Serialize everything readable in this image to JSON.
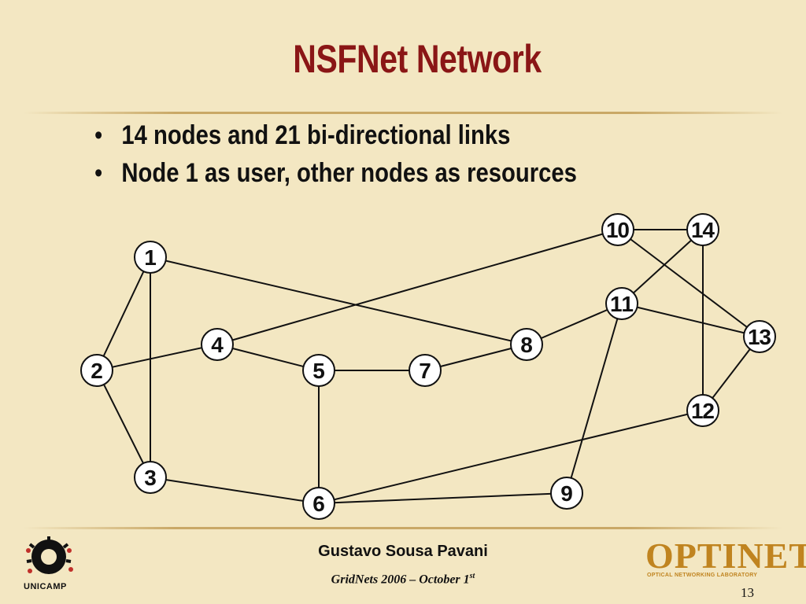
{
  "slide": {
    "title": "NSFNet Network",
    "bullets": [
      "14 nodes and 21 bi-directional links",
      "Node 1 as user, other nodes as resources"
    ]
  },
  "network": {
    "nodes": [
      {
        "id": "1",
        "label": "1"
      },
      {
        "id": "2",
        "label": "2"
      },
      {
        "id": "3",
        "label": "3"
      },
      {
        "id": "4",
        "label": "4"
      },
      {
        "id": "5",
        "label": "5"
      },
      {
        "id": "6",
        "label": "6"
      },
      {
        "id": "7",
        "label": "7"
      },
      {
        "id": "8",
        "label": "8"
      },
      {
        "id": "9",
        "label": "9"
      },
      {
        "id": "10",
        "label": "10"
      },
      {
        "id": "11",
        "label": "11"
      },
      {
        "id": "12",
        "label": "12"
      },
      {
        "id": "13",
        "label": "13"
      },
      {
        "id": "14",
        "label": "14"
      }
    ],
    "links": [
      [
        "1",
        "2"
      ],
      [
        "1",
        "3"
      ],
      [
        "1",
        "8"
      ],
      [
        "2",
        "3"
      ],
      [
        "2",
        "4"
      ],
      [
        "3",
        "6"
      ],
      [
        "4",
        "5"
      ],
      [
        "4",
        "10"
      ],
      [
        "5",
        "6"
      ],
      [
        "5",
        "7"
      ],
      [
        "6",
        "9"
      ],
      [
        "6",
        "12"
      ],
      [
        "7",
        "8"
      ],
      [
        "8",
        "11"
      ],
      [
        "9",
        "11"
      ],
      [
        "10",
        "13"
      ],
      [
        "10",
        "14"
      ],
      [
        "11",
        "13"
      ],
      [
        "11",
        "14"
      ],
      [
        "12",
        "13"
      ],
      [
        "12",
        "14"
      ]
    ]
  },
  "footer": {
    "author": "Gustavo Sousa Pavani",
    "event": "GridNets 2006  – October 1",
    "event_sup": "st",
    "page_number": "13",
    "left_logo_text": "UNICAMP",
    "right_logo_text": "OPTINET",
    "right_logo_subtitle": "OPTICAL NETWORKING LABORATORY"
  },
  "colors": {
    "background": "#f3e7c2",
    "title": "#8a1616",
    "logo_gold": "#c08420"
  }
}
